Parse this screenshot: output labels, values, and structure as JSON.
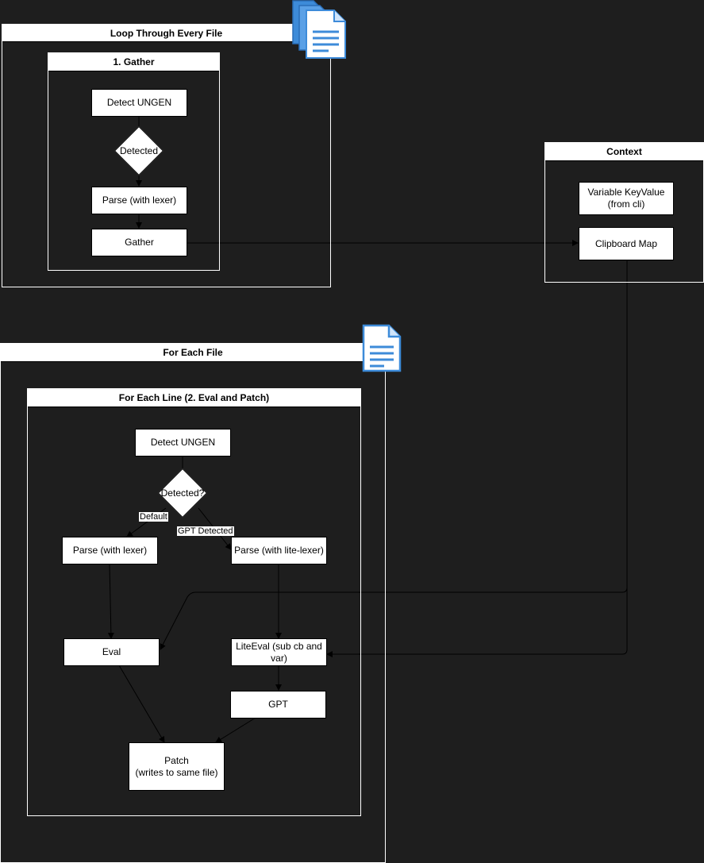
{
  "containers": {
    "loop_every_file": "Loop Through Every File",
    "gather": "1. Gather",
    "context": "Context",
    "for_each_file": "For Each File",
    "for_each_line": "For Each Line (2. Eval and Patch)"
  },
  "gather_nodes": {
    "detect": "Detect UNGEN",
    "decision": "Detected",
    "parse": "Parse (with lexer)",
    "gather": "Gather"
  },
  "context_nodes": {
    "variable": "Variable KeyValue\n(from cli)",
    "clipboard": "Clipboard  Map"
  },
  "line_nodes": {
    "detect": "Detect UNGEN",
    "decision": "Detected?",
    "parse_lexer": "Parse (with lexer)",
    "parse_lite": "Parse (with lite-lexer)",
    "eval": "Eval",
    "lite_eval": "LiteEval (sub cb and\nvar)",
    "gpt": "GPT",
    "patch": "Patch\n(writes to same file)"
  },
  "edge_labels": {
    "default": "Default",
    "gpt_detected": "GPT Detected"
  },
  "icons": {
    "multi_file": "document-stack-icon",
    "single_file": "document-icon"
  },
  "colors": {
    "background": "#1e1e1e",
    "stroke": "#ffffff",
    "icon_blue": "#3d8bd9"
  }
}
